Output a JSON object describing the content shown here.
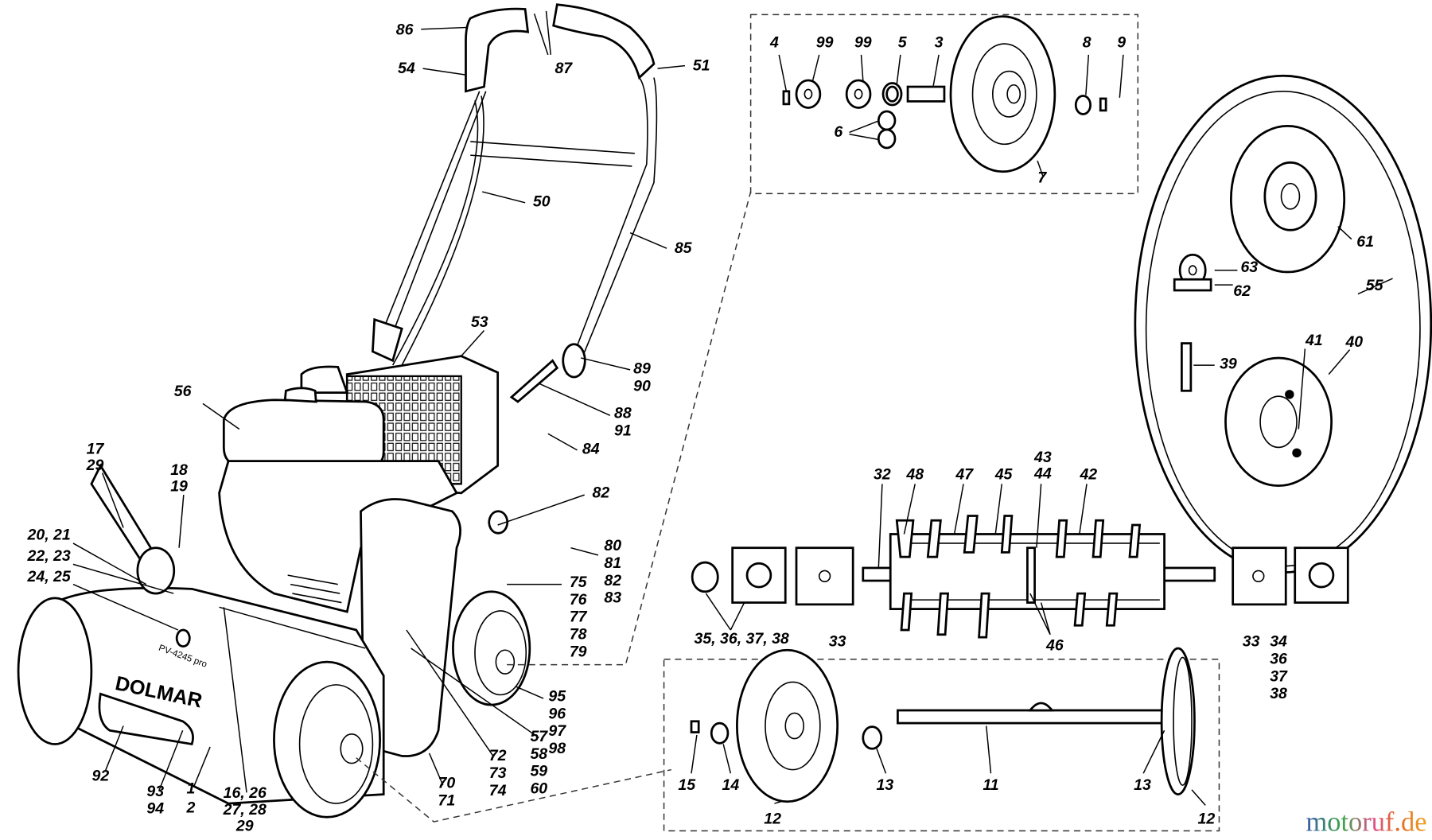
{
  "title": "Dolmar PV-4245 pro scarifier exploded parts diagram",
  "brand_on_machine": "DOLMAR",
  "model_on_machine": "PV-4245 pro",
  "watermark": "motoruf.de",
  "callouts": [
    "86",
    "87",
    "54",
    "51",
    "50",
    "85",
    "53",
    "89",
    "90",
    "88",
    "91",
    "56",
    "84",
    "17",
    "29",
    "18",
    "19",
    "82",
    "20, 21",
    "22, 23",
    "24, 25",
    "80",
    "81",
    "82",
    "83",
    "75",
    "76",
    "77",
    "78",
    "79",
    "95",
    "96",
    "97",
    "98",
    "57",
    "58",
    "59",
    "60",
    "72",
    "73",
    "74",
    "70",
    "71",
    "16, 26",
    "27, 28",
    "29",
    "1",
    "2",
    "93",
    "94",
    "92",
    "4",
    "99",
    "99",
    "5",
    "3",
    "8",
    "9",
    "6",
    "7",
    "61",
    "63",
    "62",
    "55",
    "41",
    "40",
    "39",
    "32",
    "48",
    "47",
    "45",
    "43",
    "44",
    "42",
    "35, 36, 37, 38",
    "33",
    "46",
    "33",
    "34",
    "36",
    "37",
    "38",
    "15",
    "14",
    "12",
    "13",
    "11",
    "13",
    "12"
  ]
}
